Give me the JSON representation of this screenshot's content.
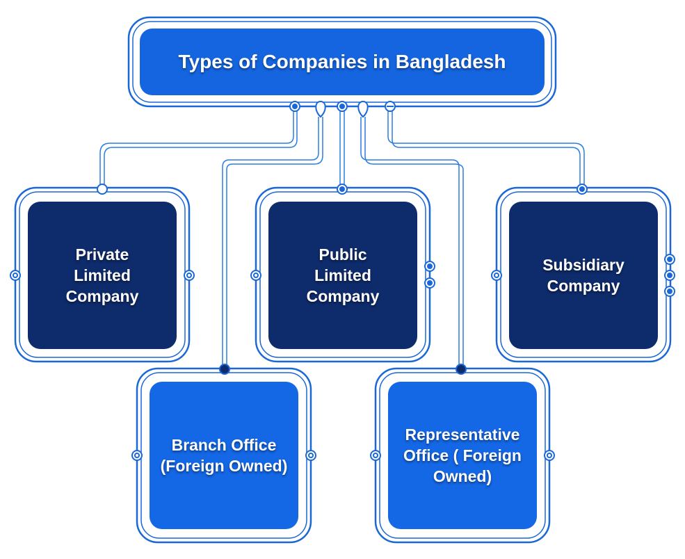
{
  "colors": {
    "title_fill": "#1565e0",
    "dark_fill": "#0e2b6b",
    "light_fill": "#1467e5",
    "frame_stroke": "#1a67d8",
    "wire_stroke": "#2a7de1"
  },
  "diagram": {
    "title": "Types of Companies in Bangladesh",
    "nodes": [
      {
        "id": "private",
        "label": "Private\nLimited\nCompany"
      },
      {
        "id": "public",
        "label": "Public\nLimited\nCompany"
      },
      {
        "id": "subsidiary",
        "label": "Subsidiary\nCompany"
      },
      {
        "id": "branch",
        "label": "Branch Office\n(Foreign Owned)"
      },
      {
        "id": "representative",
        "label": "Representative\nOffice ( Foreign\nOwned)"
      }
    ],
    "edges": [
      {
        "from": "title",
        "to": "private"
      },
      {
        "from": "title",
        "to": "branch"
      },
      {
        "from": "title",
        "to": "public"
      },
      {
        "from": "title",
        "to": "representative"
      },
      {
        "from": "title",
        "to": "subsidiary"
      }
    ]
  }
}
